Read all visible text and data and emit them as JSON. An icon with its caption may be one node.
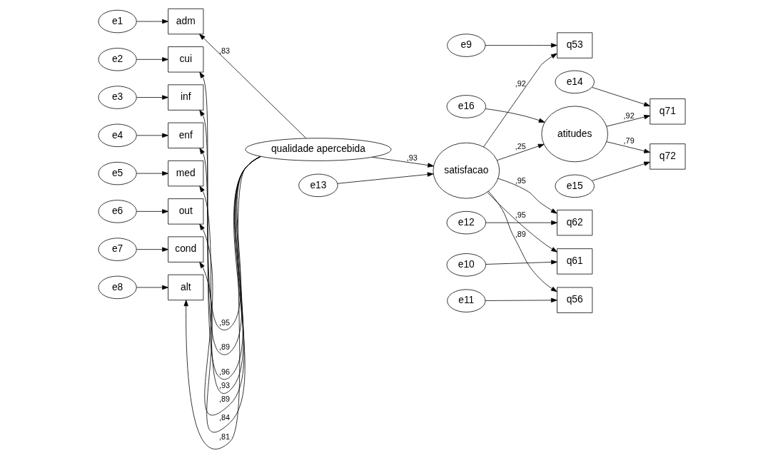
{
  "diagram": {
    "nodes": [
      {
        "text": [
          "e1"
        ]
      },
      {
        "text": [
          "adm"
        ]
      },
      {
        "text": [
          "e2"
        ]
      },
      {
        "text": [
          "cui"
        ]
      },
      {
        "text": [
          "e3"
        ]
      },
      {
        "text": [
          "inf"
        ]
      },
      {
        "text": [
          "e4"
        ]
      },
      {
        "text": [
          "enf"
        ]
      },
      {
        "text": [
          "e5"
        ]
      },
      {
        "text": [
          "med"
        ]
      },
      {
        "text": [
          "e6"
        ]
      },
      {
        "text": [
          "out"
        ]
      },
      {
        "text": [
          "e7"
        ]
      },
      {
        "text": [
          "cond"
        ]
      },
      {
        "text": [
          "e8"
        ]
      },
      {
        "text": [
          "alt"
        ]
      },
      {
        "text": [
          "qualidade apercebida"
        ]
      },
      {
        "text": [
          "satisfacao"
        ]
      },
      {
        "text": [
          "atitudes"
        ]
      },
      {
        "text": [
          "e13"
        ]
      },
      {
        "text": [
          "e16"
        ]
      },
      {
        "text": [
          "q53"
        ]
      },
      {
        "text": [
          "q61"
        ]
      },
      {
        "text": [
          "q56"
        ]
      },
      {
        "text": [
          "q62"
        ]
      },
      {
        "text": [
          "q71"
        ]
      },
      {
        "text": [
          "q72"
        ]
      },
      {
        "text": [
          "e9"
        ]
      },
      {
        "text": [
          "e10"
        ]
      },
      {
        "text": [
          "e11"
        ]
      },
      {
        "text": [
          "e12"
        ]
      },
      {
        "text": [
          "e14"
        ]
      },
      {
        "text": [
          "e15"
        ]
      }
    ],
    "edges": [
      {
        "from": 0,
        "to": 1,
        "arrow": "to"
      },
      {
        "from": 2,
        "to": 3,
        "arrow": "to"
      },
      {
        "from": 4,
        "to": 5,
        "arrow": "to"
      },
      {
        "from": 6,
        "to": 7,
        "arrow": "to"
      },
      {
        "from": 8,
        "to": 9,
        "arrow": "to"
      },
      {
        "from": 10,
        "to": 11,
        "arrow": "to"
      },
      {
        "from": 12,
        "to": 13,
        "arrow": "to"
      },
      {
        "from": 14,
        "to": 15,
        "arrow": "to"
      },
      {
        "from": 16,
        "to": 1,
        "arrow": "to",
        "label": ",83"
      },
      {
        "from": 16,
        "to": 3,
        "arrow": "to",
        "label": ",95"
      },
      {
        "from": 16,
        "to": 5,
        "arrow": "to",
        "label": ",89"
      },
      {
        "from": 16,
        "to": 7,
        "arrow": "to",
        "label": ",96"
      },
      {
        "from": 16,
        "to": 9,
        "arrow": "to",
        "label": ",93"
      },
      {
        "from": 16,
        "to": 11,
        "arrow": "to",
        "label": ",89"
      },
      {
        "from": 16,
        "to": 13,
        "arrow": "to",
        "label": ",84"
      },
      {
        "from": 16,
        "to": 15,
        "arrow": "to",
        "label": ",81"
      },
      {
        "from": 16,
        "to": 17,
        "arrow": "to",
        "label": ",93"
      },
      {
        "from": 17,
        "to": 18,
        "arrow": "to",
        "label": ",25"
      },
      {
        "from": 19,
        "to": 17,
        "arrow": "to"
      },
      {
        "from": 20,
        "to": 18,
        "arrow": "to"
      },
      {
        "from": 17,
        "to": 21,
        "arrow": "to",
        "label": ",92"
      },
      {
        "from": 17,
        "to": 22,
        "arrow": "to",
        "label": ",95"
      },
      {
        "from": 17,
        "to": 23,
        "arrow": "to",
        "label": ",89"
      },
      {
        "from": 17,
        "to": 24,
        "arrow": "to",
        "label": ",95"
      },
      {
        "from": 18,
        "to": 25,
        "arrow": "to",
        "label": ",92"
      },
      {
        "from": 18,
        "to": 26,
        "arrow": "to",
        "label": ",79"
      },
      {
        "from": 27,
        "to": 21,
        "arrow": "to"
      },
      {
        "from": 28,
        "to": 22,
        "arrow": "to"
      },
      {
        "from": 29,
        "to": 23,
        "arrow": "to"
      },
      {
        "from": 30,
        "to": 24,
        "arrow": "to"
      },
      {
        "from": 31,
        "to": 25,
        "arrow": "to"
      },
      {
        "from": 32,
        "to": 26,
        "arrow": "to"
      }
    ]
  }
}
